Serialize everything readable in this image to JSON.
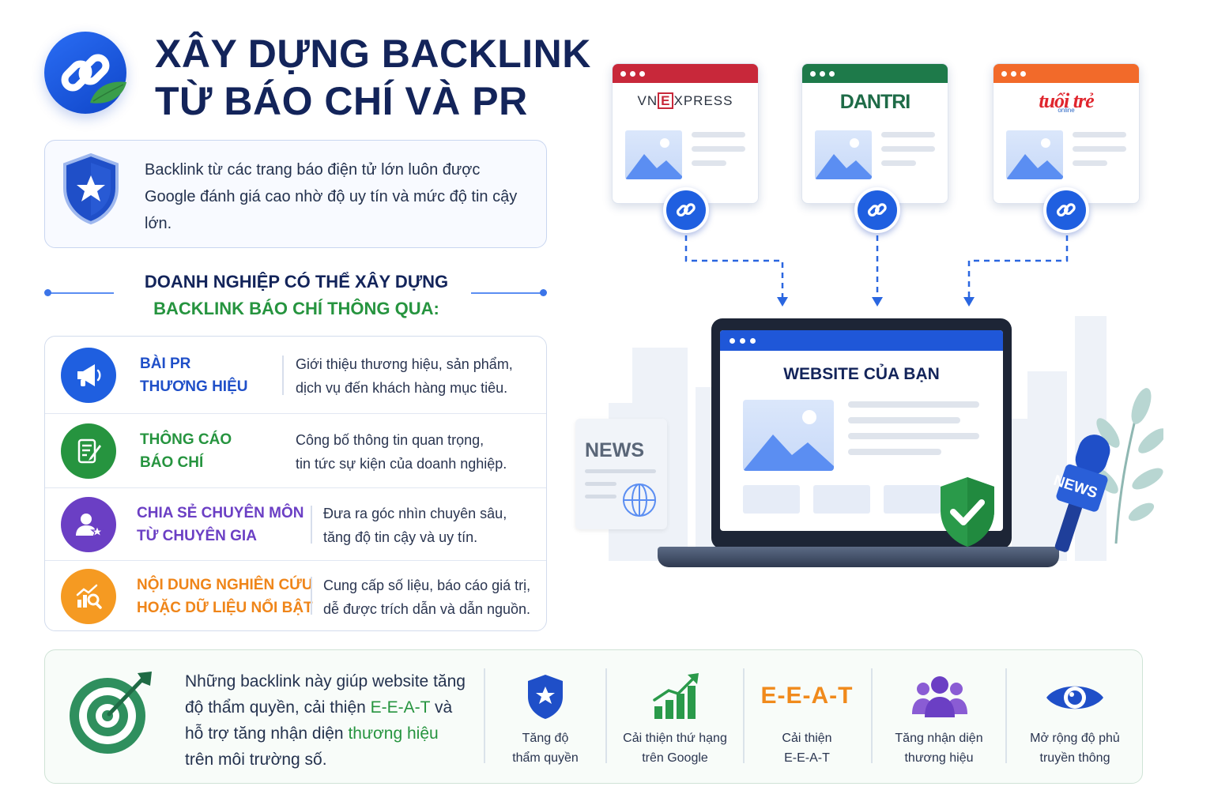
{
  "header": {
    "title_line1": "XÂY DỰNG BACKLINK",
    "title_line2": "TỪ BÁO CHÍ VÀ PR"
  },
  "intro": {
    "text": "Backlink từ các trang báo điện tử lớn luôn được Google đánh giá cao nhờ độ uy tín và mức độ tin cậy lớn."
  },
  "section": {
    "heading_line1": "DOANH NGHIỆP CÓ THỂ XÂY DỰNG",
    "heading_line2": "BACKLINK BÁO CHÍ THÔNG QUA:"
  },
  "methods": [
    {
      "label_line1": "BÀI PR",
      "label_line2": "THƯƠNG HIỆU",
      "desc_line1": "Giới thiệu thương hiệu, sản phẩm,",
      "desc_line2": "dịch vụ đến khách hàng mục tiêu.",
      "icon": "megaphone-icon",
      "color": "#1f5fe0"
    },
    {
      "label_line1": "THÔNG CÁO",
      "label_line2": "BÁO CHÍ",
      "desc_line1": "Công bố thông tin quan trọng,",
      "desc_line2": "tin tức sự kiện của doanh nghiệp.",
      "icon": "press-release-icon",
      "color": "#26943f"
    },
    {
      "label_line1": "CHIA SẺ CHUYÊN MÔN",
      "label_line2": "TỪ CHUYÊN GIA",
      "desc_line1": "Đưa ra góc nhìn chuyên sâu,",
      "desc_line2": "tăng độ tin cậy và uy tín.",
      "icon": "expert-icon",
      "color": "#6b3fc4"
    },
    {
      "label_line1": "NỘI DUNG NGHIÊN CỨU",
      "label_line2": "HOẶC DỮ LIỆU NỔI BẬT",
      "desc_line1": "Cung cấp số liệu, báo cáo giá trị,",
      "desc_line2": "dễ được trích dẫn và dẫn nguồn.",
      "icon": "research-chart-icon",
      "color": "#f08a1c"
    }
  ],
  "news_sites": [
    {
      "name_part1": "VN",
      "name_mid": "E",
      "name_part2": "XPRESS",
      "bar_color": "#c8283a"
    },
    {
      "name": "DANTRI",
      "bar_color": "#1e7a4a"
    },
    {
      "name": "tuổi trẻ",
      "sub": "online",
      "bar_color": "#f26a2a"
    }
  ],
  "laptop": {
    "title": "WEBSITE CỦA BẠN"
  },
  "illustration": {
    "newspaper_label": "NEWS",
    "mic_label": "NEWS"
  },
  "bottom": {
    "text_part1": "Những backlink này giúp website tăng độ thẩm quyền, cải thiện",
    "text_green1": "E-E-A-T",
    "text_part2": " và hỗ trợ tăng nhận diện",
    "text_green2": "thương hiệu",
    "text_part3": " trên môi trường số.",
    "eeat_label": "E-E-A-T",
    "benefits": [
      {
        "line1": "Tăng độ",
        "line2": "thẩm quyền",
        "icon": "shield-star-icon"
      },
      {
        "line1": "Cải thiện thứ hạng",
        "line2": "trên Google",
        "icon": "growth-chart-icon"
      },
      {
        "line1": "Cải thiện",
        "line2": "E-E-A-T",
        "icon": "eeat-icon"
      },
      {
        "line1": "Tăng nhận diện",
        "line2": "thương hiệu",
        "icon": "people-icon"
      },
      {
        "line1": "Mở rộng độ phủ",
        "line2": "truyền thông",
        "icon": "eye-icon"
      }
    ]
  },
  "colors": {
    "navy": "#13245a",
    "blue": "#1f5fe0",
    "green": "#26943f",
    "purple": "#6b3fc4",
    "orange": "#f08a1c"
  }
}
